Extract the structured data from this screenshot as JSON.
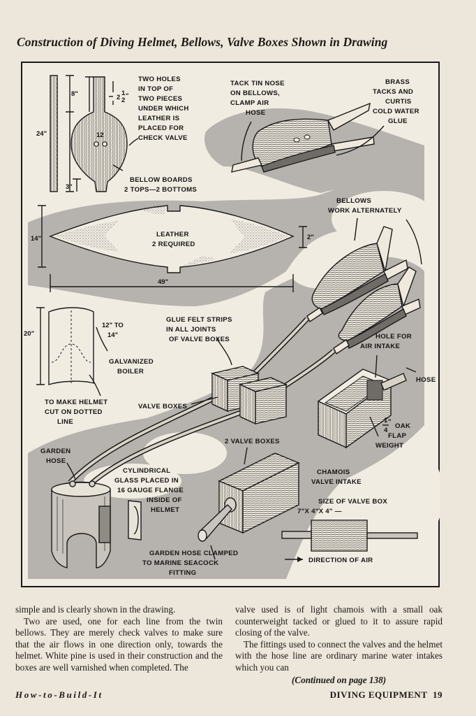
{
  "title": "Construction of Diving Helmet, Bellows, Valve Boxes Shown in Drawing",
  "figure": {
    "labels": {
      "two_holes": [
        "TWO HOLES",
        "IN TOP OF",
        "TWO PIECES",
        "UNDER WHICH",
        "LEATHER IS",
        "PLACED FOR",
        "CHECK VALVE"
      ],
      "tack_tin": [
        "TACK TIN NOSE",
        "ON BELLOWS,",
        "CLAMP AIR",
        "HOSE"
      ],
      "brass_tacks": [
        "BRASS",
        "TACKS AND",
        "CURTIS",
        "COLD WATER",
        "GLUE"
      ],
      "bellow_boards": [
        "BELLOW BOARDS",
        "2 TOPS—2 BOTTOMS"
      ],
      "leather": [
        "LEATHER",
        "2 REQUIRED"
      ],
      "bellows_alt": [
        "BELLOWS",
        "WORK ALTERNATELY"
      ],
      "galvanized": [
        "GALVANIZED",
        "BOILER"
      ],
      "glue_felt": [
        "GLUE FELT STRIPS",
        "IN ALL JOINTS",
        "OF VALVE BOXES"
      ],
      "hole_air": [
        "HOLE FOR",
        "AIR INTAKE"
      ],
      "hose": "HOSE",
      "make_helmet": [
        "TO MAKE HELMET",
        "CUT ON DOTTED",
        "LINE"
      ],
      "valve_boxes": "VALVE BOXES",
      "oak_flap": [
        "OAK",
        "FLAP",
        "WEIGHT"
      ],
      "oak_frac_num": "1",
      "oak_frac_den": "4",
      "oak_frac_mark": "\"",
      "garden_hose": [
        "GARDEN",
        "HOSE"
      ],
      "two_valve_boxes": "2 VALVE BOXES",
      "cylindrical": [
        "CYLINDRICAL",
        "GLASS PLACED IN",
        "16 GAUGE FLANGE",
        "INSIDE OF",
        "HELMET"
      ],
      "chamois": [
        "CHAMOIS",
        "VALVE INTAKE"
      ],
      "size_box": [
        "SIZE OF VALVE BOX",
        "7\"X 4\"X 4\" —"
      ],
      "garden_clamped": [
        "GARDEN HOSE CLAMPED",
        "TO MARINE SEACOCK",
        "FITTING"
      ],
      "direction": "DIRECTION OF AIR"
    },
    "dims": {
      "d8": "8\"",
      "d2half_whole": "2",
      "d2half_frac": "1",
      "d2half_den": "2",
      "d2half_mark": "\"",
      "d12": "12",
      "d24": "24\"",
      "d3": "3\"",
      "d14": "14\"",
      "d2": "2\"",
      "d49": "49\"",
      "d20": "20\"",
      "d12to14": [
        "12\" TO",
        "14\""
      ]
    }
  },
  "body": {
    "col1": [
      "simple and is clearly shown in the drawing.",
      "Two are used, one for each line from the twin bellows. They are merely check valves to make sure that the air flows in one direction only, towards the helmet. White pine is used in their construction and the boxes are well varnished when completed. The"
    ],
    "col2": [
      "valve used is of light chamois with a small oak counterweight tacked or glued to it to assure rapid closing of the valve.",
      "The fittings used to connect the valves and the helmet with the hose line are ordinary marine water intakes which you can"
    ],
    "continued": "(Continued on page 138)"
  },
  "footer": {
    "left": "How-to-Build-It",
    "section": "DIVING EQUIPMENT",
    "page": "19"
  }
}
